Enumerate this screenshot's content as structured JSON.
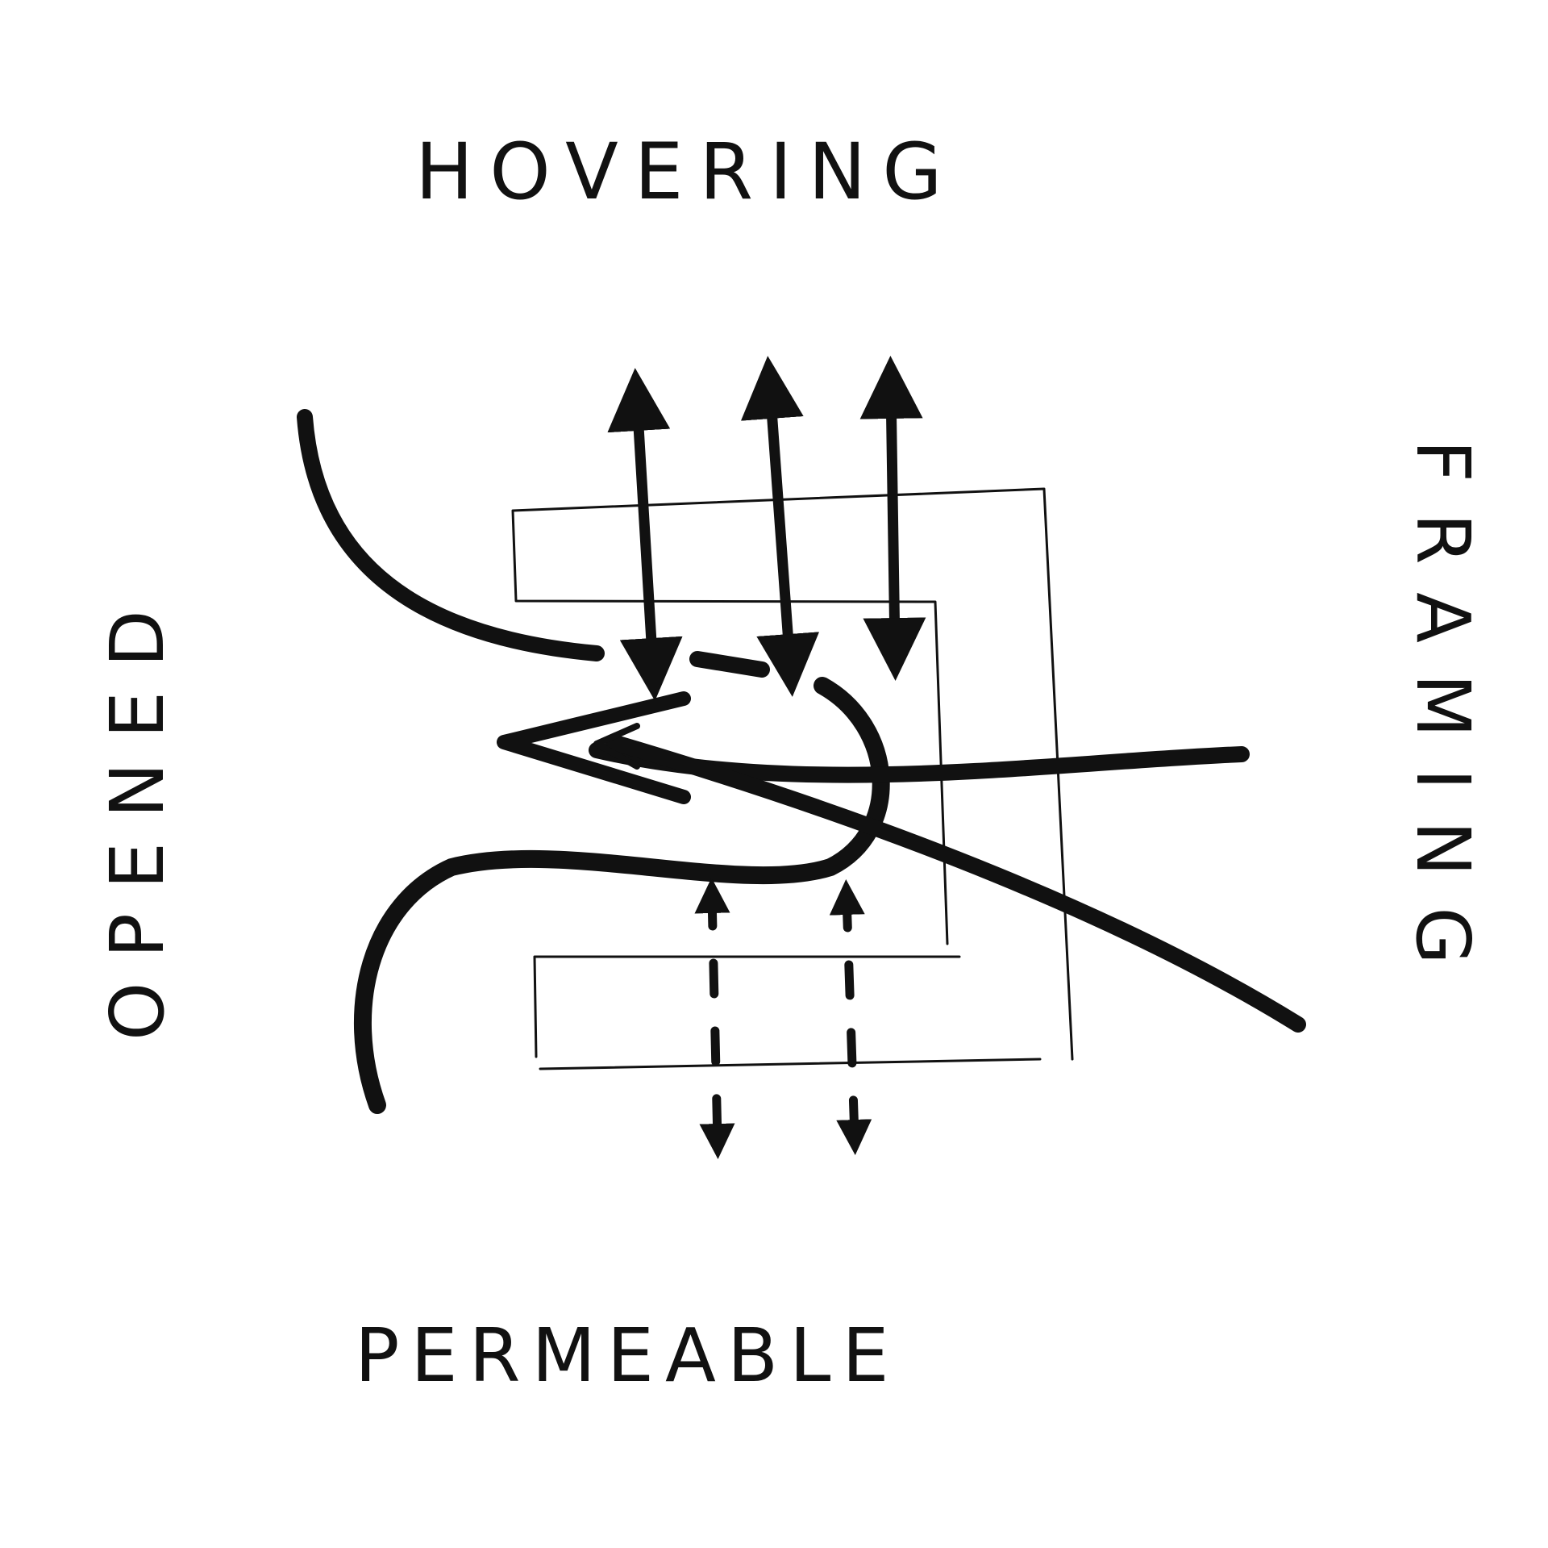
{
  "labels": {
    "top": "HOVERING",
    "right": "FRAMING",
    "bottom": "PERMEABLE",
    "left": "OPENED"
  },
  "colors": {
    "ink": "#111111",
    "paper": "#ffffff"
  }
}
